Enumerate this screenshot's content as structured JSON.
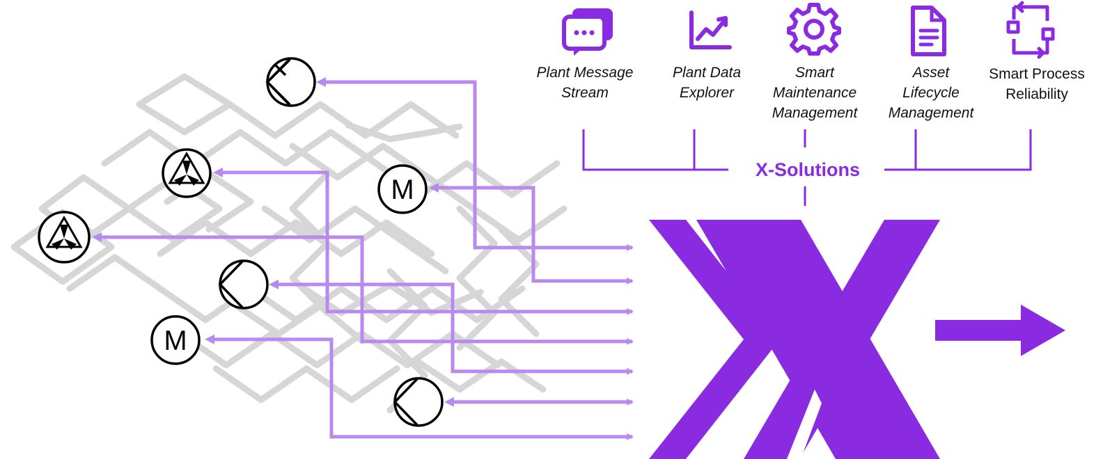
{
  "colors": {
    "accent": "#8a2be2",
    "arrow_light": "#b98aee",
    "network_gray": "#d6d6d6",
    "icon_stroke": "#000000"
  },
  "solutions": [
    {
      "lines": [
        "Plant Message",
        "Stream"
      ],
      "italic": true,
      "icon": "message-stream-icon"
    },
    {
      "lines": [
        "Plant Data",
        "Explorer"
      ],
      "italic": true,
      "icon": "chart-trend-icon"
    },
    {
      "lines": [
        "Smart",
        "Maintenance",
        "Management"
      ],
      "italic": true,
      "icon": "gear-icon"
    },
    {
      "lines": [
        "Asset",
        "Lifecycle",
        "Management"
      ],
      "italic": true,
      "icon": "document-icon"
    },
    {
      "lines": [
        "Smart Process",
        "Reliability"
      ],
      "italic": false,
      "icon": "process-cycle-icon"
    }
  ],
  "hub_label": "X-Solutions",
  "equipment": [
    {
      "kind": "pump",
      "symbol": ""
    },
    {
      "kind": "fan",
      "symbol": ""
    },
    {
      "kind": "motor",
      "symbol": "M"
    },
    {
      "kind": "fan",
      "symbol": ""
    },
    {
      "kind": "pump",
      "symbol": ""
    },
    {
      "kind": "motor",
      "symbol": "M"
    },
    {
      "kind": "pump",
      "symbol": ""
    }
  ]
}
